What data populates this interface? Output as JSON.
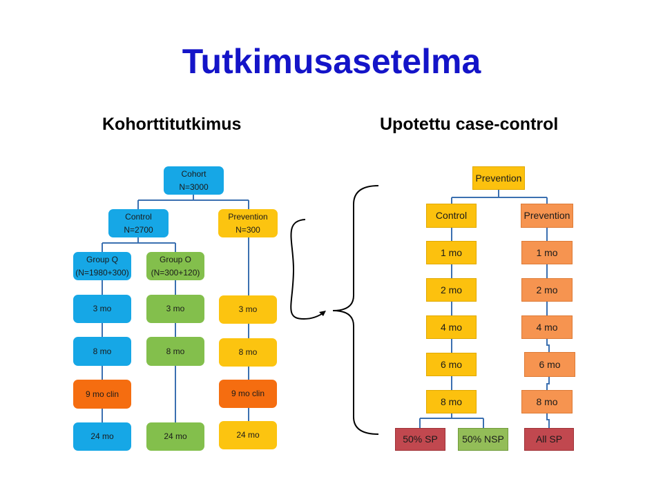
{
  "slide": {
    "title": "Tutkimusasetelma",
    "left_heading": "Kohorttitutkimus",
    "right_heading": "Upotettu case-control"
  },
  "cohort": {
    "root": {
      "label": "Cohort",
      "n": "N=3000"
    },
    "control": {
      "label": "Control",
      "n": "N=2700"
    },
    "prevention": {
      "label": "Prevention",
      "n": "N=300"
    },
    "group_q": {
      "label": "Group  Q",
      "n": "(N=1980+300)"
    },
    "group_o": {
      "label": "Group  O",
      "n": "(N=300+120)"
    },
    "q_timepoints": [
      "3 mo",
      "8 mo",
      "9 mo clin",
      "24 mo"
    ],
    "o_timepoints": [
      "3 mo",
      "8 mo",
      "24 mo"
    ],
    "prev_timepoints": [
      "3 mo",
      "8 mo",
      "9 mo clin",
      "24 mo"
    ]
  },
  "case_control": {
    "root": "Prevention",
    "control": "Control",
    "prevention": "Prevention",
    "control_timepoints": [
      "1 mo",
      "2 mo",
      "4 mo",
      "6 mo",
      "8 mo"
    ],
    "prevention_timepoints": [
      "1 mo",
      "2 mo",
      "4 mo",
      "6 mo",
      "8 mo"
    ],
    "outcomes": [
      "50% SP",
      "50% NSP",
      "All SP"
    ]
  },
  "colors": {
    "title": "#1414c8",
    "cohort_blue": "#16a7e6",
    "cohort_green": "#83bf4c",
    "cohort_yellow": "#fcc410",
    "cohort_orange": "#f56d10",
    "connector": "#3a6fb0",
    "cc_yellow": "#fcc10e",
    "cc_orange": "#f69450",
    "cc_red": "#c1484f",
    "cc_green": "#93bd58"
  }
}
